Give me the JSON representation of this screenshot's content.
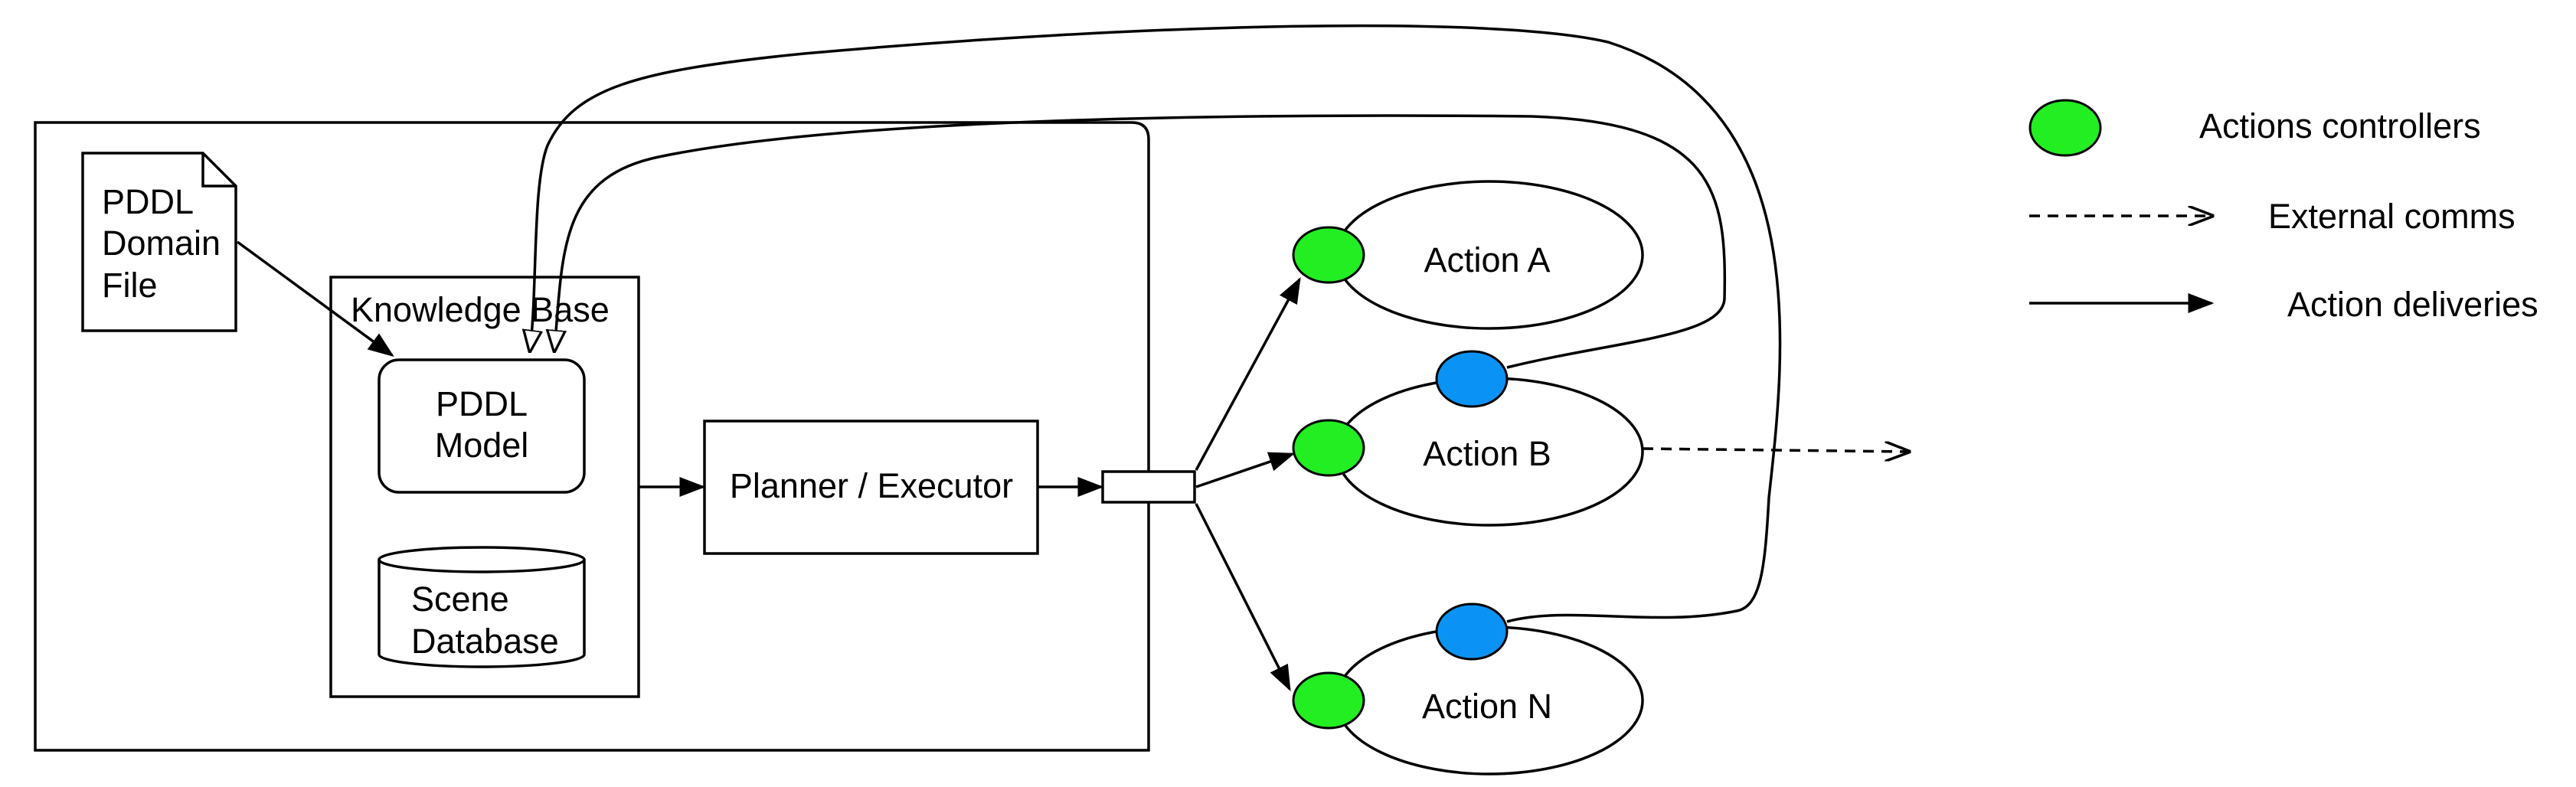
{
  "inputs": {
    "domain_file": [
      "PDDL",
      "Domain",
      "File"
    ]
  },
  "knowledge_base": {
    "title": "Knowledge Base",
    "model": [
      "PDDL",
      "Model"
    ],
    "database": [
      "Scene",
      "Database"
    ]
  },
  "planner": {
    "label": "Planner / Executor"
  },
  "actions": [
    {
      "label": "Action A"
    },
    {
      "label": "Action B"
    },
    {
      "label": "Action N"
    }
  ],
  "legend": {
    "controllers": "Actions controllers",
    "external": "External comms",
    "deliveries": "Action deliveries"
  },
  "colors": {
    "controller": "#22ee22",
    "feedback": "#0a93f5",
    "stroke": "#000000"
  }
}
